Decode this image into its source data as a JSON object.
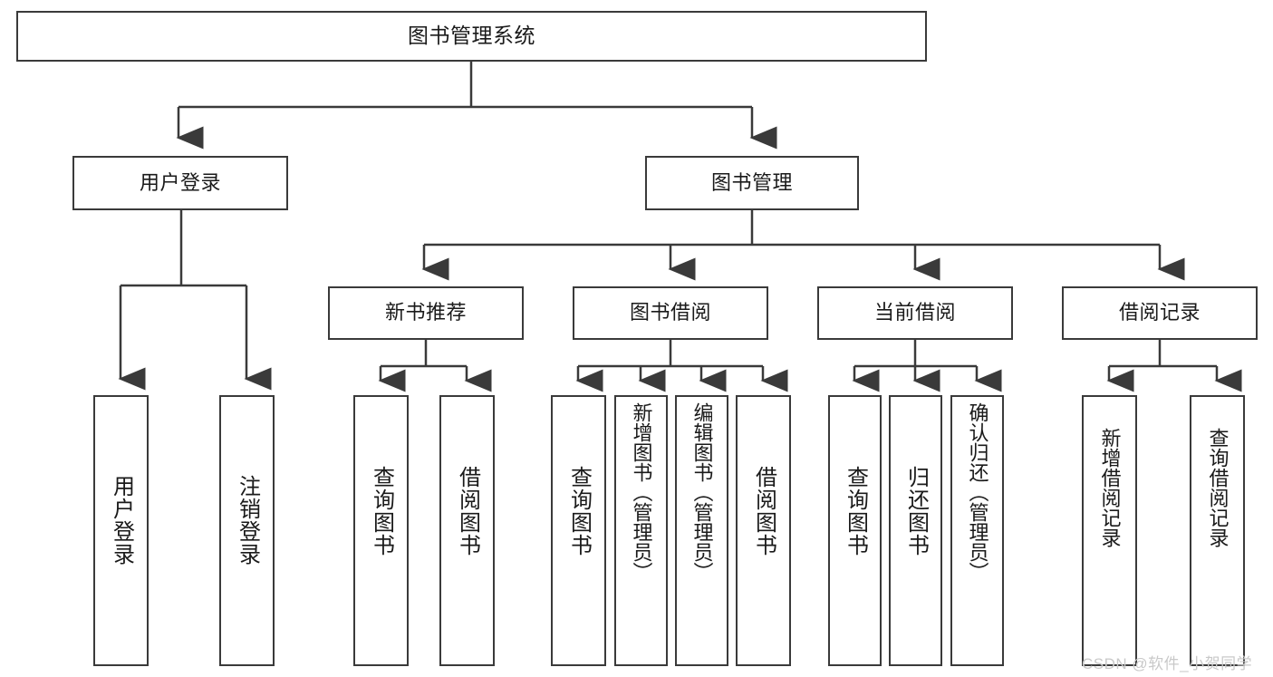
{
  "diagram": {
    "type": "tree-hierarchy",
    "title": "图书管理系统",
    "colors": {
      "stroke": "#3a3a3a",
      "fill": "#ffffff",
      "text": "#1a1a1a",
      "watermark": "#c9c9c9"
    },
    "levels": {
      "level1": [
        "图书管理系统"
      ],
      "level2": [
        "用户登录",
        "图书管理"
      ],
      "level3": [
        "新书推荐",
        "图书借阅",
        "当前借阅",
        "借阅记录"
      ],
      "level4": [
        "用户登录",
        "注销登录",
        "查询图书",
        "借阅图书",
        "查询图书",
        "新增图书（管理员）",
        "编辑图书（管理员）",
        "借阅图书",
        "查询图书",
        "归还图书",
        "确认归还（管理员）",
        "新增借阅记录",
        "查询借阅记录"
      ]
    },
    "nodes": {
      "root": {
        "label": "图书管理系统"
      },
      "user_login": {
        "label": "用户登录"
      },
      "book_mgmt": {
        "label": "图书管理"
      },
      "new_book_rec": {
        "label": "新书推荐"
      },
      "book_borrow": {
        "label": "图书借阅"
      },
      "current_borrow": {
        "label": "当前借阅"
      },
      "borrow_record": {
        "label": "借阅记录"
      },
      "leaf_user_login": {
        "label": "用户登录"
      },
      "leaf_logout": {
        "label": "注销登录"
      },
      "leaf_query_book_1": {
        "label": "查询图书"
      },
      "leaf_borrow_book_1": {
        "label": "借阅图书"
      },
      "leaf_query_book_2": {
        "label": "查询图书"
      },
      "leaf_add_book": {
        "label": "新增图书（管理员）"
      },
      "leaf_edit_book": {
        "label": "编辑图书（管理员）"
      },
      "leaf_borrow_book_2": {
        "label": "借阅图书"
      },
      "leaf_query_book_3": {
        "label": "查询图书"
      },
      "leaf_return_book": {
        "label": "归还图书"
      },
      "leaf_confirm_return": {
        "label": "确认归还（管理员）"
      },
      "leaf_add_record": {
        "label": "新增借阅记录"
      },
      "leaf_query_record": {
        "label": "查询借阅记录"
      }
    },
    "watermark": "CSDN @软件_小贺同学"
  }
}
